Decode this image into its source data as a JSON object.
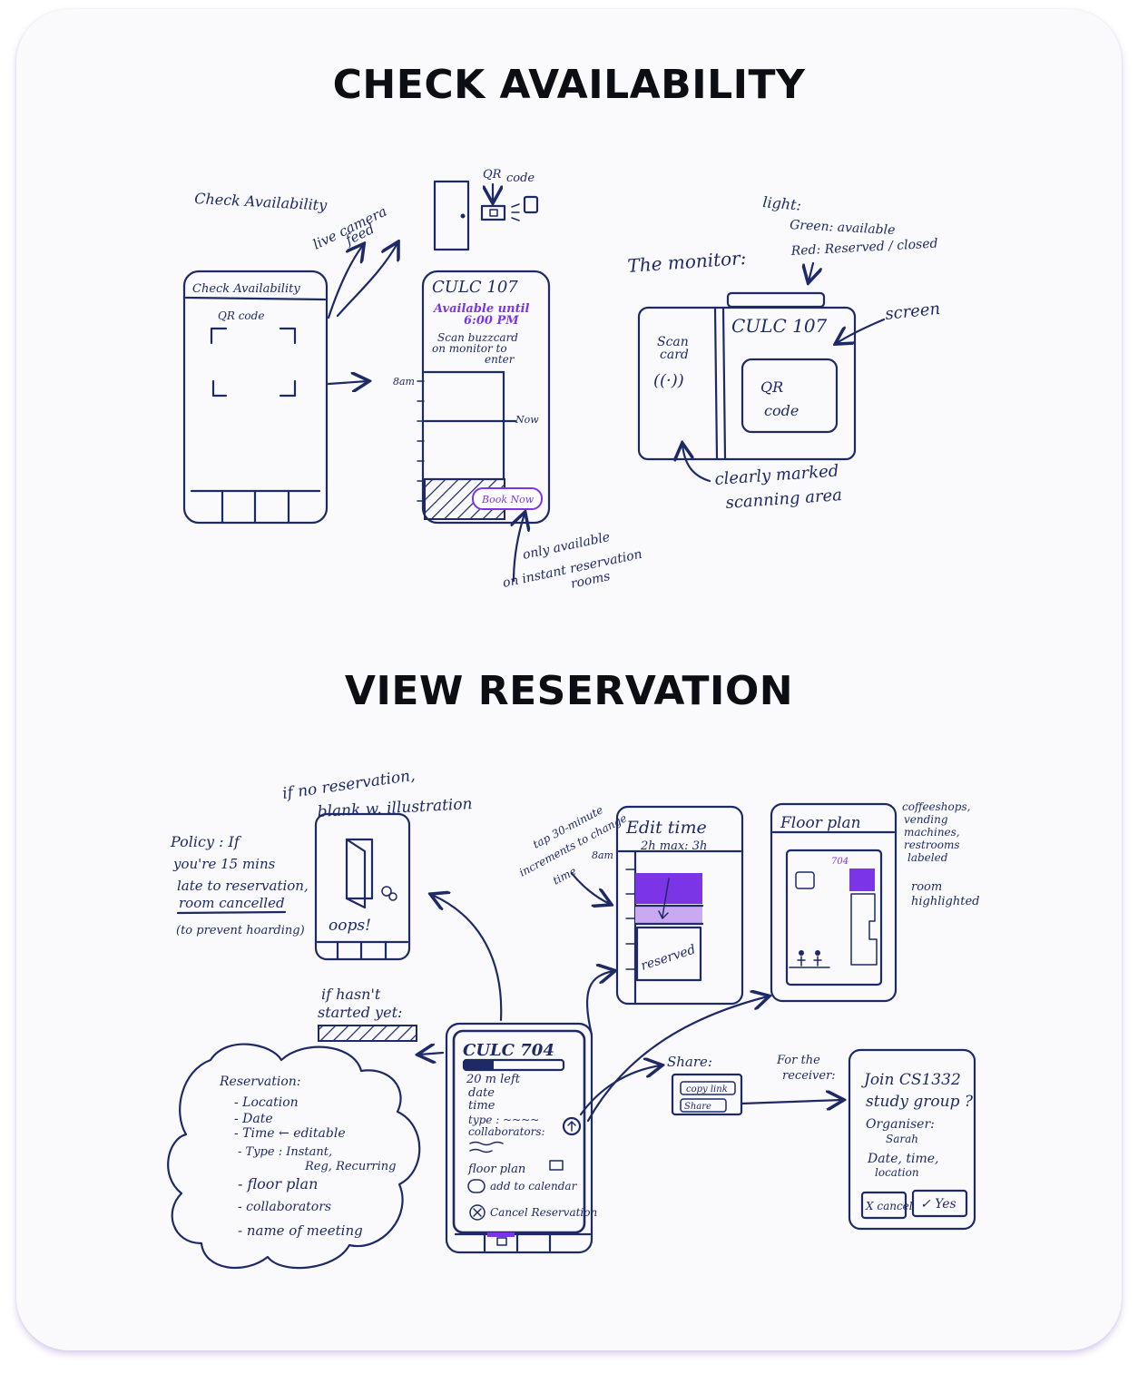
{
  "sections": {
    "check_title": "CHECK AVAILABILITY",
    "view_title": "VIEW RESERVATION"
  },
  "check_availability": {
    "page_label": "Check Availability",
    "camera_note_1": "live camera",
    "camera_note_2": "feed",
    "qr_note_1": "QR",
    "qr_note_2": "code",
    "scan_phone": {
      "header": "Check Availability",
      "qr_label": "QR code"
    },
    "room_phone": {
      "room": "CULC 107",
      "available_1": "Available until",
      "available_2": "6:00 PM",
      "instr_1": "Scan buzzcard",
      "instr_2": "on monitor to",
      "instr_3": "enter",
      "time_8am": "8am",
      "time_now": "Now",
      "book_button": "Book Now"
    },
    "book_note_1": "only available",
    "book_note_2": "on instant reservation",
    "book_note_3": "rooms",
    "monitor": {
      "label": "The monitor:",
      "light_title": "light:",
      "light_green": "Green: available",
      "light_red": "Red: Reserved / closed",
      "scan_1": "Scan",
      "scan_2": "card",
      "scan_symbol": "((·))",
      "room": "CULC 107",
      "qr_1": "QR",
      "qr_2": "code",
      "screen_note": "screen",
      "area_note_1": "clearly marked",
      "area_note_2": "scanning area"
    }
  },
  "view_reservation": {
    "empty_note_1": "if no reservation,",
    "empty_note_2": "blank w. illustration",
    "policy": {
      "line_1": "Policy : If",
      "line_2": "you're 15 mins",
      "line_3": "late to reservation,",
      "line_4": "room cancelled",
      "line_5": "(to prevent hoarding)"
    },
    "oops": "oops!",
    "not_started_1": "if hasn't",
    "not_started_2": "started yet:",
    "cloud": {
      "title": "Reservation:",
      "items": [
        "- Location",
        "- Date",
        "- Time ← editable",
        "- Type : Instant,",
        "Reg, Recurring",
        "- floor plan",
        "- collaborators",
        "- name of meeting"
      ]
    },
    "main_phone": {
      "room": "CULC 704",
      "time_left": "20 m left",
      "date": "date",
      "time": "time",
      "type": "type : ~~~~",
      "collaborators": "collaborators:",
      "floor_plan": "floor plan",
      "add_calendar": "add to calendar",
      "cancel": "Cancel Reservation"
    },
    "edit_time": {
      "note_1": "tap 30-minute",
      "note_2": "increments to change",
      "note_3": "time",
      "title": "Edit time",
      "duration": "2h  max: 3h",
      "time_8am": "8am",
      "reserved": "reserved"
    },
    "floor_plan": {
      "title": "Floor plan",
      "room_number": "704",
      "note_1": "coffeeshops,",
      "note_2": "vending",
      "note_3": "machines,",
      "note_4": "restrooms",
      "note_5": "labeled",
      "note_6": "room",
      "note_7": "highlighted"
    },
    "share": {
      "label": "Share:",
      "copy_link": "copy link",
      "share_button": "Share"
    },
    "receiver": {
      "note_1": "For the",
      "note_2": "receiver:",
      "line_1": "Join CS1332",
      "line_2": "study group ?",
      "line_3": "Organiser:",
      "line_4": "Sarah",
      "line_5": "Date, time,",
      "line_6": "location",
      "cancel": "X cancel",
      "yes": "✓ Yes"
    }
  }
}
